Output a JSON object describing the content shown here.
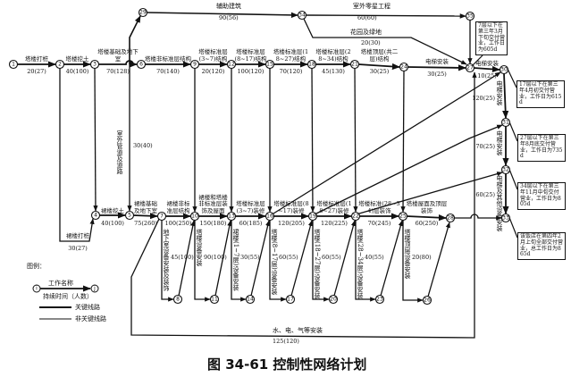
{
  "title": "图 34-61  控制性网络计划",
  "nodes": [
    "1",
    "2",
    "3",
    "4",
    "5",
    "6",
    "7",
    "8",
    "9",
    "10",
    "11",
    "12",
    "13",
    "14",
    "15",
    "16",
    "17",
    "18",
    "19",
    "20",
    "21",
    "22",
    "23",
    "24",
    "25",
    "26",
    "27",
    "28",
    "29",
    "30",
    "31",
    "32",
    "33",
    "34",
    "35"
  ],
  "activities": {
    "a1": {
      "name": "塔楼打桩",
      "duration": "20(27)"
    },
    "a2": {
      "name": "塔楼挖土",
      "duration": "40(100)"
    },
    "a3": {
      "name": "塔楼基础及地下室",
      "duration": "70(128)"
    },
    "a4": {
      "name": "塔楼非标准层结构",
      "duration": "70(140)"
    },
    "a5": {
      "name": "塔楼标准层(3~7)结构",
      "duration": "20(120)"
    },
    "a6": {
      "name": "塔楼标准层(8~17)结构",
      "duration": "100(120)"
    },
    "a7": {
      "name": "塔楼标准层(18~27)结构",
      "duration": "70(120)"
    },
    "a8": {
      "name": "塔楼标准层(28~34)结构",
      "duration": "45(130)"
    },
    "a9": {
      "name": "塔楼顶层(共二层)结构",
      "duration": "30(25)"
    },
    "a10": {
      "name": "电梯安装",
      "duration": "30(25)"
    },
    "a11": {
      "name": "电梯安装",
      "duration": "10(25)"
    },
    "a12": {
      "name": "辅助建筑",
      "duration": "90(56)"
    },
    "a13": {
      "name": "室外零星工程",
      "duration": "60(60)"
    },
    "a14": {
      "name": "花园及绿地",
      "duration": "20(30)"
    },
    "a15": {
      "name": "室外管道及道路",
      "duration": "30(40)"
    },
    "a16": {
      "name": "裙楼打桩",
      "duration": "30(27)"
    },
    "a17": {
      "name": "裙楼挖土",
      "duration": "40(100)"
    },
    "a18": {
      "name": "裙楼基础及地下室",
      "duration": "75(260)"
    },
    "a19": {
      "name": "裙楼非标准层结构",
      "duration": "100(250)"
    },
    "a20": {
      "name": "裙楼和塔楼非标准层装饰及屋面",
      "duration": "150(180)"
    },
    "a21": {
      "name": "塔楼标准层(3~7)装修",
      "duration": "60(185)"
    },
    "a22": {
      "name": "塔楼标准层(8~17)装修",
      "duration": "120(205)"
    },
    "a23": {
      "name": "塔楼标准层(18~27)装修",
      "duration": "120(225)"
    },
    "a24": {
      "name": "塔楼标准(28~34)层装饰",
      "duration": "70(245)"
    },
    "a25": {
      "name": "塔楼屋面及顶层装饰",
      "duration": "60(250)"
    },
    "a26": {
      "name": "地下室设备安装及装饰",
      "duration": "45(100)"
    },
    "a27": {
      "name": "塔楼设备安装",
      "duration": "90(100)"
    },
    "a28": {
      "name": "裙楼(1~7层)设备安装",
      "duration": "30(55)"
    },
    "a29": {
      "name": "塔楼(8~17层)设备安装",
      "duration": "60(55)"
    },
    "a30": {
      "name": "塔楼(18~27层)设备安装",
      "duration": "60(55)"
    },
    "a31": {
      "name": "塔楼(28~34层)设备安装",
      "duration": "40(55)"
    },
    "a32": {
      "name": "塔楼顶层设备安装",
      "duration": "20(80)"
    },
    "a33": {
      "name": "水、电、气等安装",
      "duration": "125(120)"
    },
    "a34": {
      "name": "电梯安装",
      "duration": "120(25)"
    },
    "a35": {
      "name": "电梯安装",
      "duration": "70(25)"
    },
    "a36": {
      "name": "电梯及其他设备安装",
      "duration": "60(25)"
    }
  },
  "callouts": [
    "7层以下在第三年3月下旬交付营业，工作日为605d",
    "17层以下在第三年4月初交付营业，工作日为615d",
    "27层以下在第三年8月底交付营业，工作日为735d",
    "34层以下在第三年11月中旬交付营业，工作日为805d",
    "该饭店在第四年2月上旬全部交付营业，总工作日为865d"
  ],
  "legend": {
    "heading": "图例：",
    "node_i": "i",
    "node_j": "j",
    "work_name": "工作名称",
    "duration": "持续时间（人数）",
    "critical": "关键线路",
    "noncritical": "非关键线路"
  }
}
